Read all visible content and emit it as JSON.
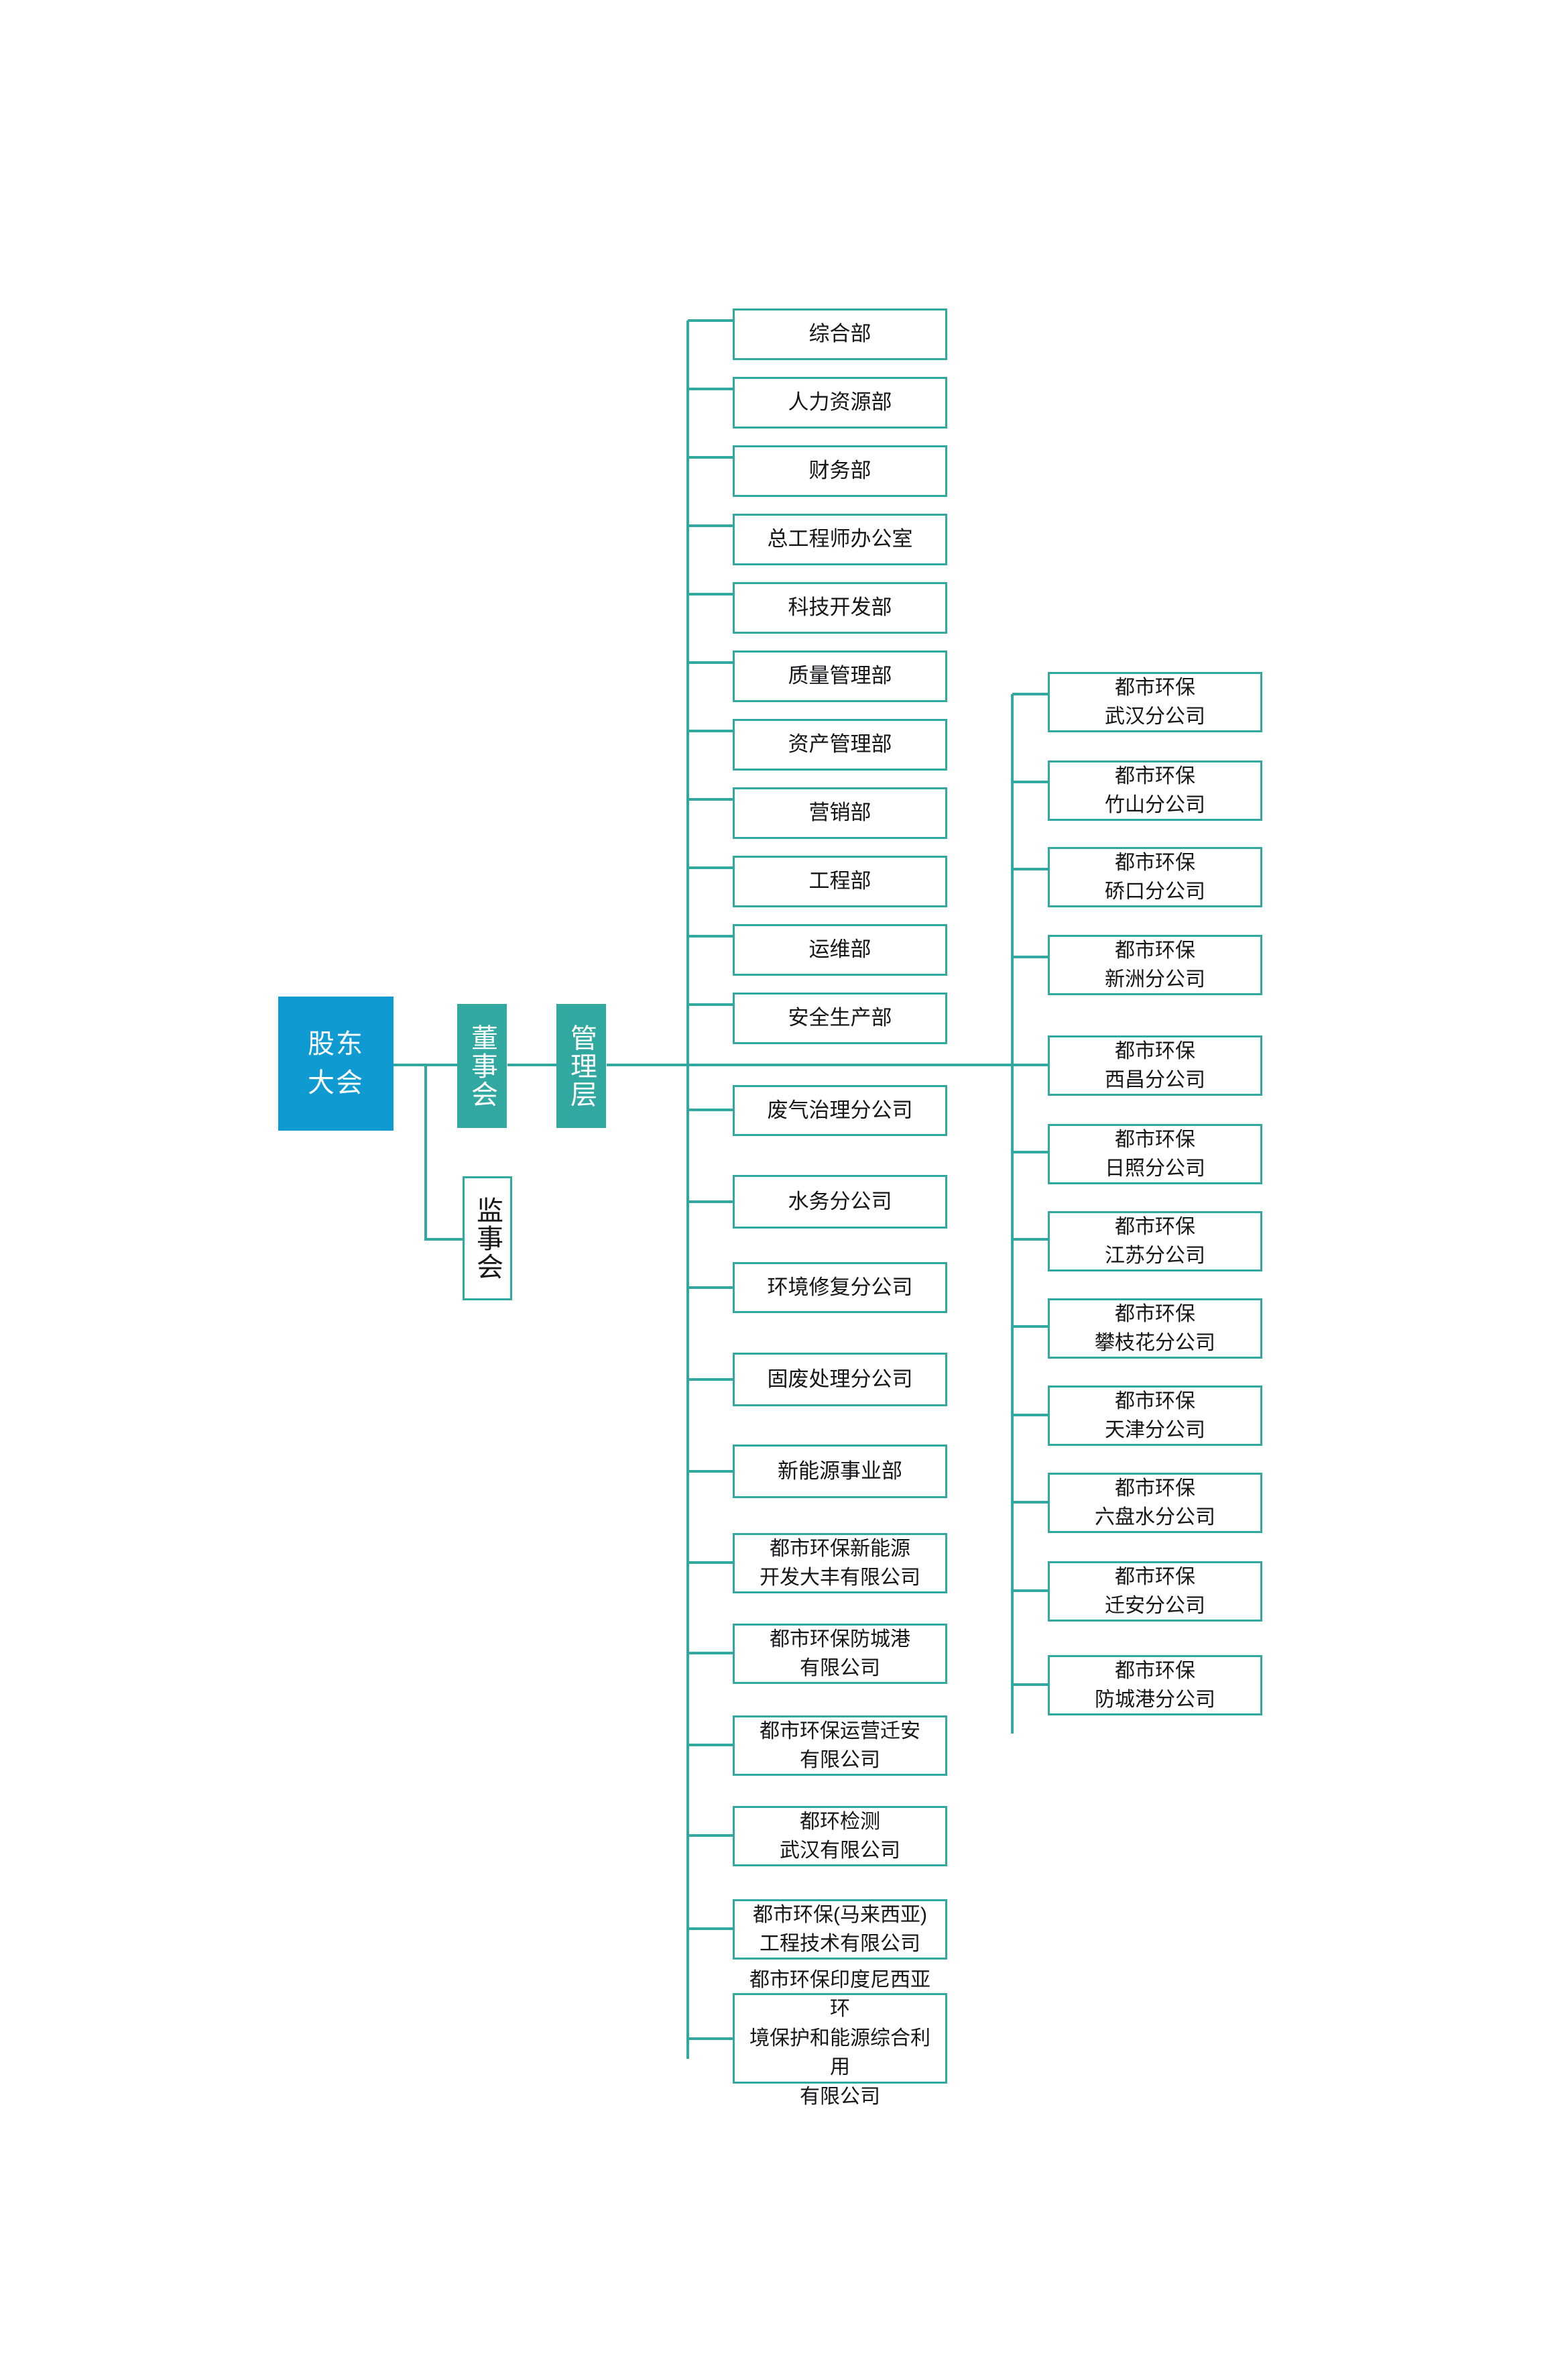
{
  "theme": {
    "accent_blue": "#0f9bd2",
    "accent_teal": "#31a8a0",
    "border_teal": "#31a8a0",
    "text_dark": "#15161a",
    "text_light": "#ffffff",
    "background": "#ffffff"
  },
  "chart_data": {
    "type": "diagram",
    "title": "",
    "orientation": "horizontal-tree",
    "levels": [
      "股东大会",
      "董事会 / 监事会",
      "管理层",
      "部门 / 分公司 / 子公司",
      "都市环保分公司"
    ]
  },
  "governance": {
    "shareholders_meeting": "股东\n大会",
    "shareholders_meeting_lines": [
      "股东",
      "大会"
    ],
    "board_of_directors": "董事会",
    "board_of_supervisors": "监事会",
    "management": "管理层"
  },
  "departments": [
    {
      "label": "综合部"
    },
    {
      "label": "人力资源部"
    },
    {
      "label": "财务部"
    },
    {
      "label": "总工程师办公室"
    },
    {
      "label": "科技开发部"
    },
    {
      "label": "质量管理部"
    },
    {
      "label": "资产管理部"
    },
    {
      "label": "营销部"
    },
    {
      "label": "工程部"
    },
    {
      "label": "运维部"
    },
    {
      "label": "安全生产部"
    }
  ],
  "business_units": [
    {
      "lines": [
        "废气治理分公司"
      ]
    },
    {
      "lines": [
        "水务分公司"
      ]
    },
    {
      "lines": [
        "环境修复分公司"
      ]
    },
    {
      "lines": [
        "固废处理分公司"
      ]
    },
    {
      "lines": [
        "新能源事业部"
      ]
    },
    {
      "lines": [
        "都市环保新能源",
        "开发大丰有限公司"
      ]
    },
    {
      "lines": [
        "都市环保防城港",
        "有限公司"
      ]
    },
    {
      "lines": [
        "都市环保运营迁安",
        "有限公司"
      ]
    },
    {
      "lines": [
        "都环检测",
        "武汉有限公司"
      ]
    },
    {
      "lines": [
        "都市环保(马来西亚)",
        "工程技术有限公司"
      ]
    },
    {
      "lines": [
        "都市环保印度尼西亚环",
        "境保护和能源综合利用",
        "有限公司"
      ]
    }
  ],
  "branches": [
    {
      "lines": [
        "都市环保",
        "武汉分公司"
      ]
    },
    {
      "lines": [
        "都市环保",
        "竹山分公司"
      ]
    },
    {
      "lines": [
        "都市环保",
        "硚口分公司"
      ]
    },
    {
      "lines": [
        "都市环保",
        "新洲分公司"
      ]
    },
    {
      "lines": [
        "都市环保",
        "西昌分公司"
      ]
    },
    {
      "lines": [
        "都市环保",
        "日照分公司"
      ]
    },
    {
      "lines": [
        "都市环保",
        "江苏分公司"
      ]
    },
    {
      "lines": [
        "都市环保",
        "攀枝花分公司"
      ]
    },
    {
      "lines": [
        "都市环保",
        "天津分公司"
      ]
    },
    {
      "lines": [
        "都市环保",
        "六盘水分公司"
      ]
    },
    {
      "lines": [
        "都市环保",
        "迁安分公司"
      ]
    },
    {
      "lines": [
        "都市环保",
        "防城港分公司"
      ]
    }
  ]
}
